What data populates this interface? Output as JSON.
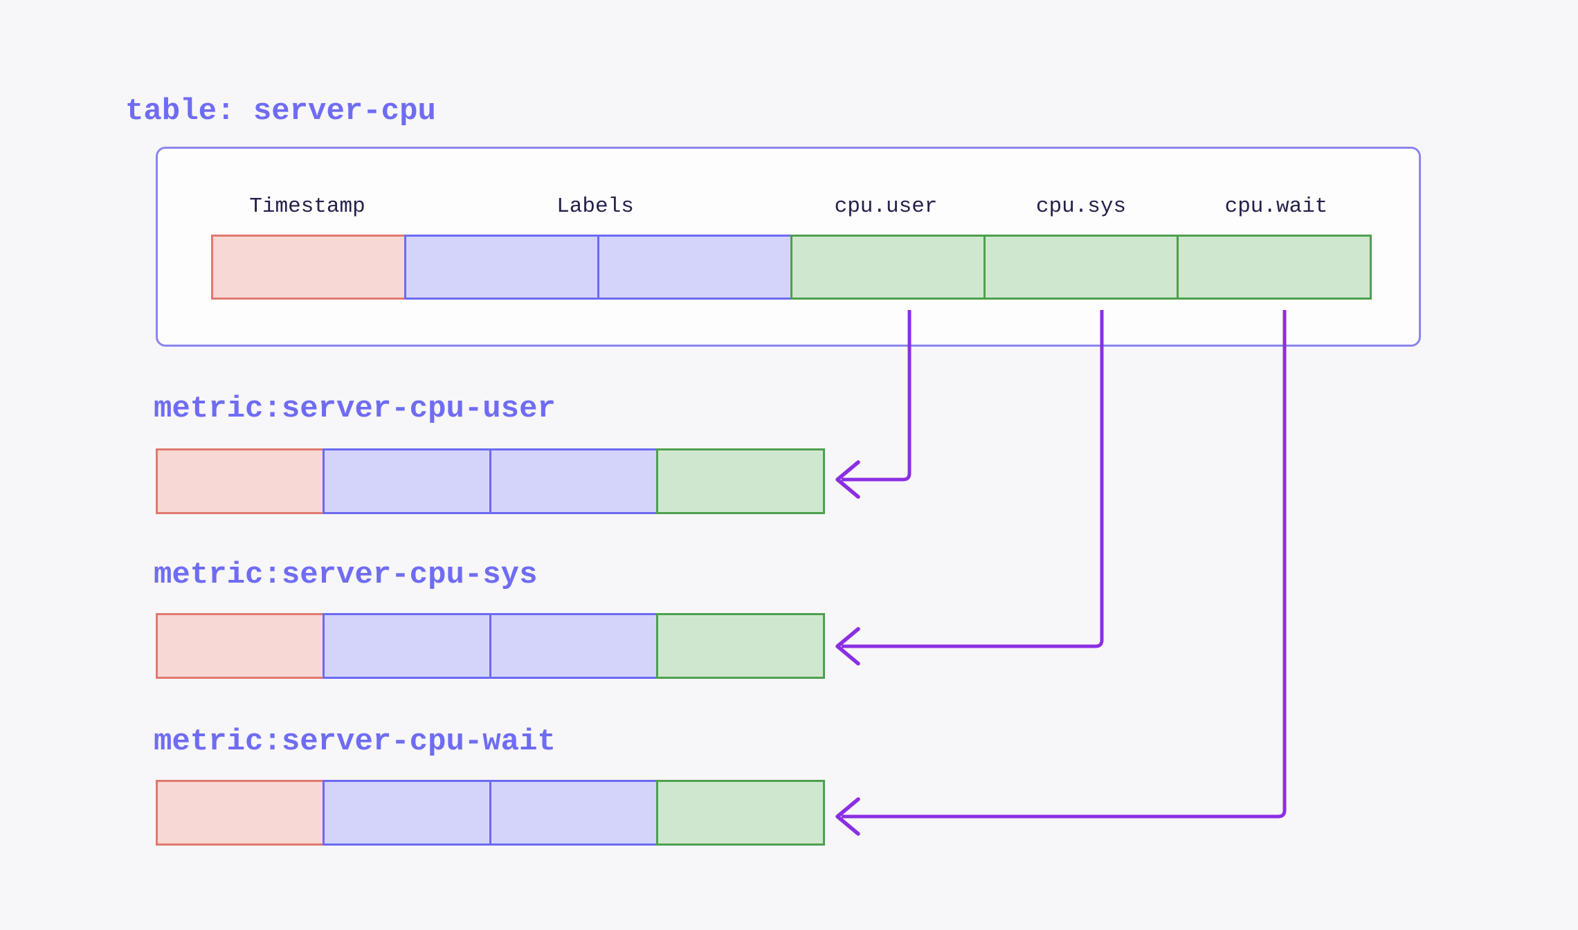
{
  "table": {
    "title": "table: server-cpu",
    "headers": [
      "Timestamp",
      "Labels",
      "cpu.user",
      "cpu.sys",
      "cpu.wait"
    ],
    "row_cell_types": [
      "timestamp",
      "label",
      "label",
      "value",
      "value",
      "value"
    ]
  },
  "metrics": [
    {
      "title": "metric:server-cpu-user",
      "row_cell_types": [
        "timestamp",
        "label",
        "label",
        "value"
      ]
    },
    {
      "title": "metric:server-cpu-sys",
      "row_cell_types": [
        "timestamp",
        "label",
        "label",
        "value"
      ]
    },
    {
      "title": "metric:server-cpu-wait",
      "row_cell_types": [
        "timestamp",
        "label",
        "label",
        "value"
      ]
    }
  ],
  "arrows": [
    {
      "from_column": "cpu.user",
      "to_metric": "metric:server-cpu-user"
    },
    {
      "from_column": "cpu.sys",
      "to_metric": "metric:server-cpu-sys"
    },
    {
      "from_column": "cpu.wait",
      "to_metric": "metric:server-cpu-wait"
    }
  ],
  "colors": {
    "page_bg": "#f7f6f8",
    "container_bg": "#fdfdfe",
    "container_border": "#8a85f0",
    "title_text": "#6f6cf3",
    "header_text": "#24214a",
    "timestamp_fill": "#f7d8d5",
    "timestamp_border": "#e0796f",
    "label_fill": "#d4d4fb",
    "label_border": "#6c6af2",
    "value_fill": "#cfe7cf",
    "value_border": "#4da04d",
    "arrow": "#8b2fe3"
  }
}
